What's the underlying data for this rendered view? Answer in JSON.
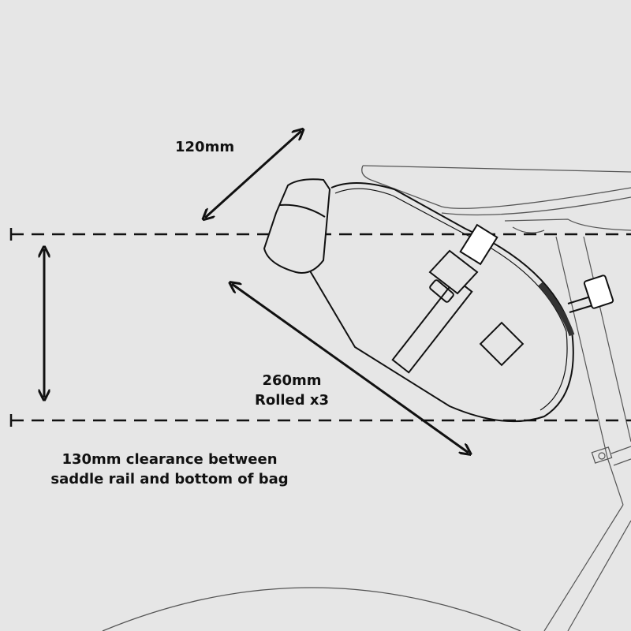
{
  "labels": {
    "width": "120mm",
    "length_line1": "260mm",
    "length_line2": "Rolled x3",
    "clearance_line1": "130mm clearance between",
    "clearance_line2": "saddle rail and bottom of bag"
  },
  "colors": {
    "background": "#e6e6e6",
    "ink": "#111111",
    "thin": "#555555"
  }
}
